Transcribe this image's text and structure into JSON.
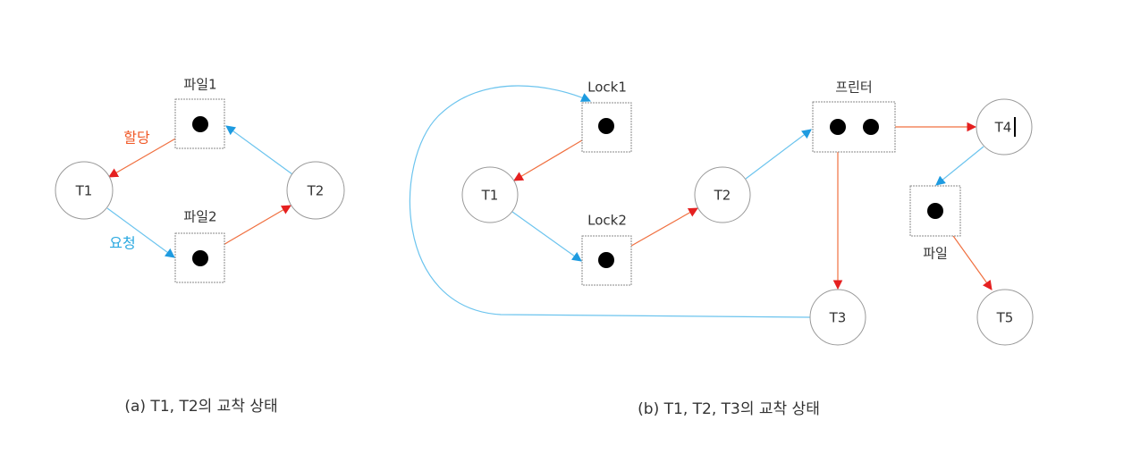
{
  "colors": {
    "allocate": "#f05a28",
    "request": "#29a8e0"
  },
  "a": {
    "caption": "(a) T1, T2의 교착 상태",
    "t1": "T1",
    "t2": "T2",
    "file1": "파일1",
    "file2": "파일2",
    "allocate": "할당",
    "request": "요청"
  },
  "b": {
    "caption": "(b) T1, T2, T3의 교착 상태",
    "t1": "T1",
    "t2": "T2",
    "t3": "T3",
    "t4": "T4",
    "t5": "T5",
    "lock1": "Lock1",
    "lock2": "Lock2",
    "printer": "프린터",
    "file": "파일"
  }
}
